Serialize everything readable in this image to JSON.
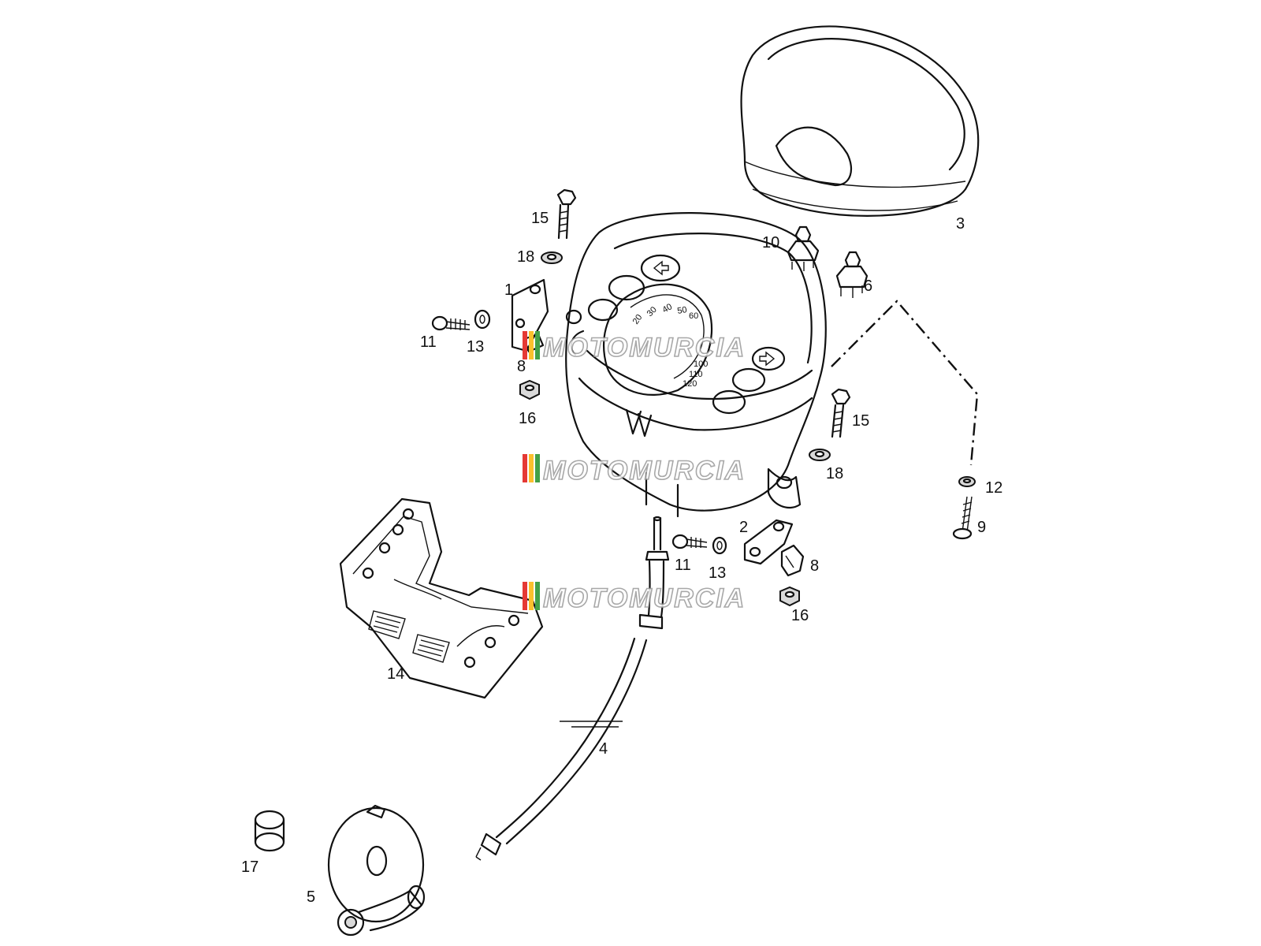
{
  "labels": {
    "l1": "1",
    "l2": "2",
    "l3": "3",
    "l4": "4",
    "l5": "5",
    "l6": "6",
    "l8a": "8",
    "l8b": "8",
    "l9": "9",
    "l10": "10",
    "l11a": "11",
    "l11b": "11",
    "l12": "12",
    "l13a": "13",
    "l13b": "13",
    "l14": "14",
    "l15a": "15",
    "l15b": "15",
    "l16a": "16",
    "l16b": "16",
    "l17": "17",
    "l18a": "18",
    "l18b": "18"
  },
  "watermark": "MOTOMURCIA",
  "gauge": {
    "n0": "20",
    "n1": "30",
    "n2": "40",
    "n3": "50",
    "n4": "60",
    "n5": "100",
    "n6": "110",
    "n7": "120"
  },
  "colors": {
    "ink": "#111111",
    "watermark_red": "#e53935",
    "watermark_yellow": "#fbc02d",
    "watermark_green": "#43a047"
  }
}
